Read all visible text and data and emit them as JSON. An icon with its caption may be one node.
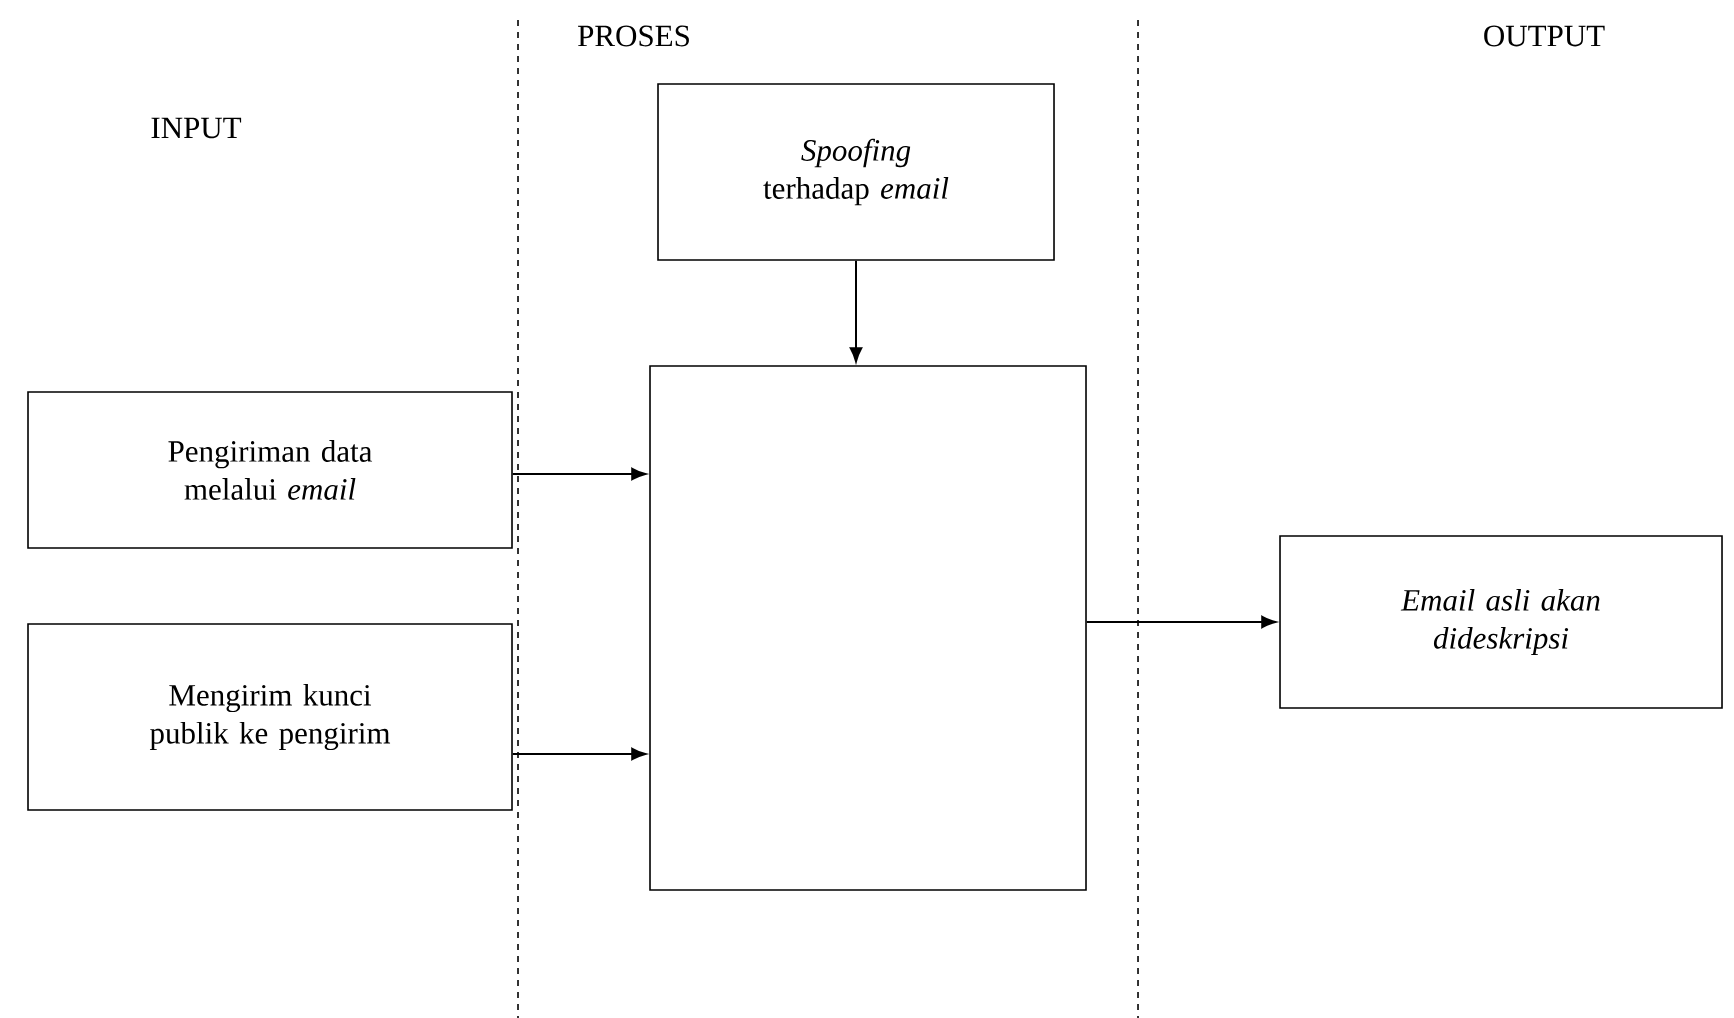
{
  "diagram": {
    "nodes": [
      {
        "text": [
          "*Spoofing* terhadap *email*"
        ]
      },
      {
        "text": [
          "Pengiriman data melalui *email*"
        ]
      },
      {
        "text": [
          "Mengirim kunci publik ke pengirim"
        ]
      },
      {
        "text": [],
        "shape": "box"
      },
      {
        "text": [
          "Email asli akan dideskripsi"
        ]
      }
    ],
    "edges": [
      {
        "from": 0,
        "to": 3,
        "arrow": "to"
      },
      {
        "from": 1,
        "to": 3,
        "arrow": "to"
      },
      {
        "from": 2,
        "to": 3,
        "arrow": "to"
      },
      {
        "from": 3,
        "to": 4,
        "arrow": "to"
      }
    ],
    "labels": [
      "INPUT",
      "PROSES",
      "OUTPUT"
    ]
  }
}
